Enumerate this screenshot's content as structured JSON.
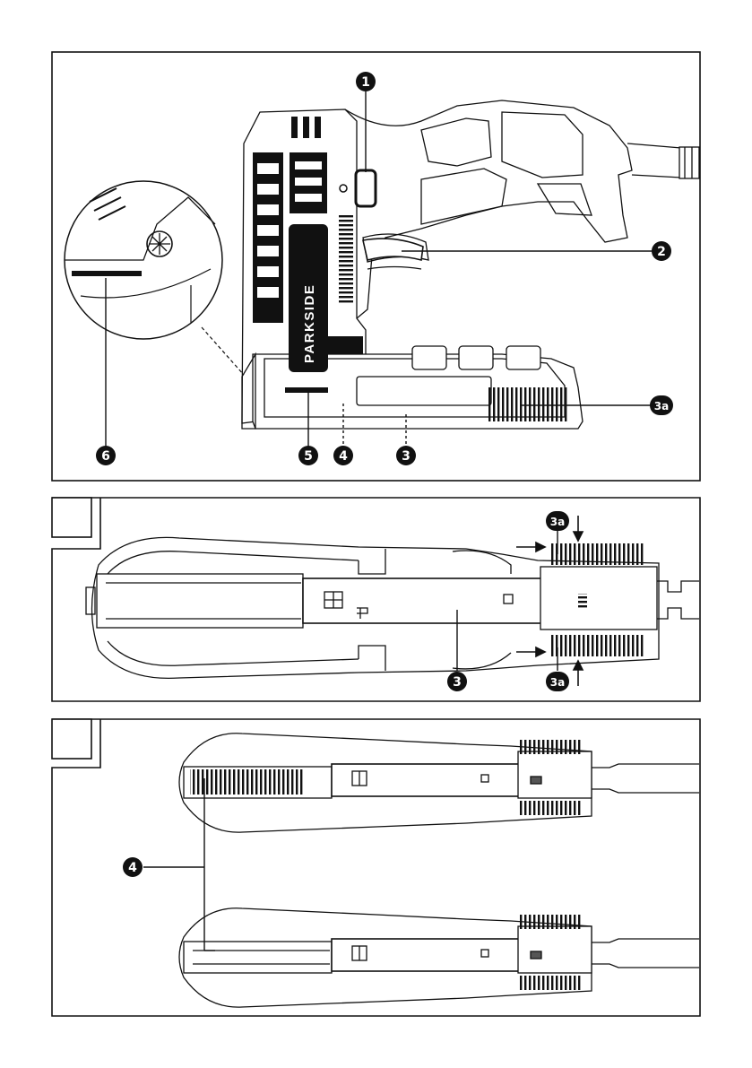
{
  "brand": "PARKSIDE",
  "markers": {
    "m1": "1",
    "m2": "2",
    "m3": "3",
    "m3a": "3a",
    "m4": "4",
    "m5": "5",
    "m6": "6"
  },
  "panels": {
    "A": {
      "markers": [
        "1",
        "2",
        "3a",
        "3",
        "4",
        "5",
        "6"
      ]
    },
    "B": {
      "markers": [
        "3a",
        "3a",
        "3"
      ]
    },
    "C": {
      "markers": [
        "4"
      ]
    }
  }
}
